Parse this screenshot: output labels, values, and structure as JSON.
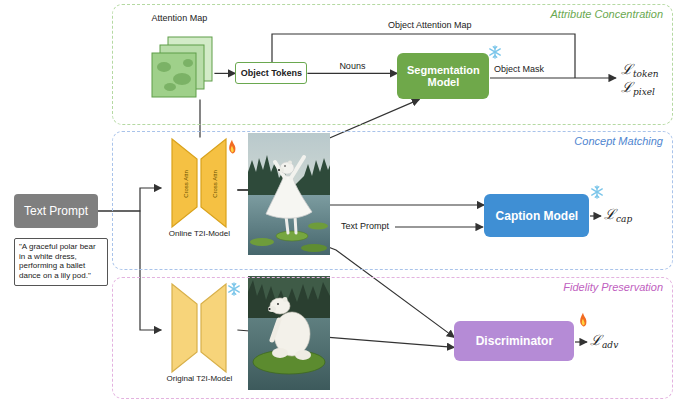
{
  "diagram": {
    "nodes": [
      {
        "text": [
          "Text Prompt"
        ]
      },
      {
        "text": [
          "\"A graceful polar bear in a white dress, performing a ballet dance on a lily pod.\""
        ]
      },
      {
        "text": [
          "Attribute Concentration"
        ]
      },
      {
        "text": [
          "Attention Map"
        ],
        "in": 2
      },
      {
        "text": [
          "Object Tokens"
        ],
        "in": 2
      },
      {
        "text": [
          "Segmentation Model"
        ],
        "in": 2
      },
      {
        "text": [
          "Concept Matching"
        ]
      },
      {
        "text": [
          "Online T2I-Model"
        ],
        "in": 6
      },
      {
        "text": [
          "Caption Model"
        ],
        "in": 6
      },
      {
        "text": [
          "Fidelity Preservation"
        ]
      },
      {
        "text": [
          "Original T2I-Model"
        ],
        "in": 9
      },
      {
        "text": [
          "Discriminator"
        ],
        "in": 9
      }
    ],
    "edges": [
      {
        "from": 0,
        "to": 7,
        "arrow": "to"
      },
      {
        "from": 0,
        "to": 10,
        "arrow": "to"
      },
      {
        "from": 7,
        "to": 3,
        "arrow": "none"
      },
      {
        "from": 3,
        "to": 4,
        "arrow": "to"
      },
      {
        "from": 4,
        "to": 5,
        "label": "Nouns",
        "arrow": "to"
      },
      {
        "from": 7,
        "to": 5,
        "arrow": "to"
      },
      {
        "from": 7,
        "to": 8,
        "arrow": "to"
      },
      {
        "from": 7,
        "to": 11,
        "arrow": "to"
      },
      {
        "from": 10,
        "to": 11,
        "arrow": "to"
      }
    ],
    "labels": [
      "Object Attention Map",
      "Object Mask",
      "ℒtoken",
      "ℒpixel",
      "Text Prompt",
      "ℒcap",
      "ℒadv",
      "Cross Attn",
      "Cross Attn"
    ]
  }
}
